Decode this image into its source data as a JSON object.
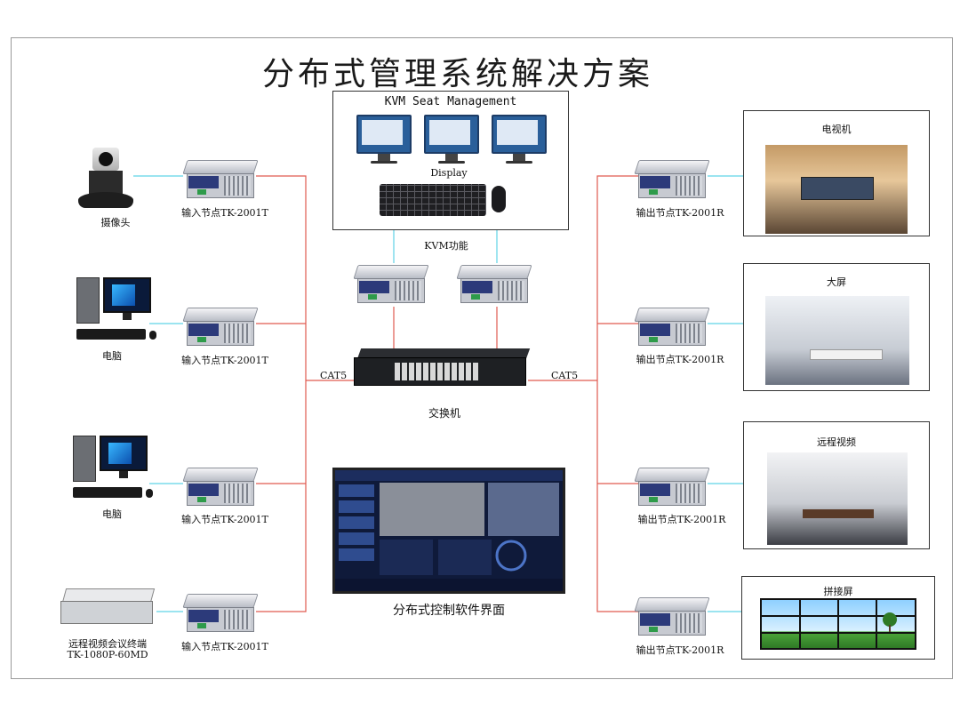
{
  "title": "分布式管理系统解决方案",
  "kvm": {
    "title": "KVM Seat Management",
    "display_label": "Display",
    "function_label": "KVM功能"
  },
  "switch_label": "交换机",
  "cable_left": "CAT5",
  "cable_right": "CAT5",
  "software_label": "分布式控制软件界面",
  "sources": [
    {
      "name": "摄像头",
      "node": "输入节点TK-2001T"
    },
    {
      "name": "电脑",
      "node": "输入节点TK-2001T"
    },
    {
      "name": "电脑",
      "node": "输入节点TK-2001T"
    },
    {
      "name": "远程视频会议终端",
      "name2": "TK-1080P-60MD",
      "node": "输入节点TK-2001T"
    }
  ],
  "outputs": [
    {
      "name": "电视机",
      "node": "输出节点TK-2001R"
    },
    {
      "name": "大屏",
      "node": "输出节点TK-2001R"
    },
    {
      "name": "远程视频",
      "node": "输出节点TK-2001R"
    },
    {
      "name": "拼接屏",
      "node": "输出节点TK-2001R"
    }
  ],
  "colors": {
    "link": "#e05a4f",
    "video": "#5fd3e6",
    "kvm_link": "#8fd7e3"
  }
}
